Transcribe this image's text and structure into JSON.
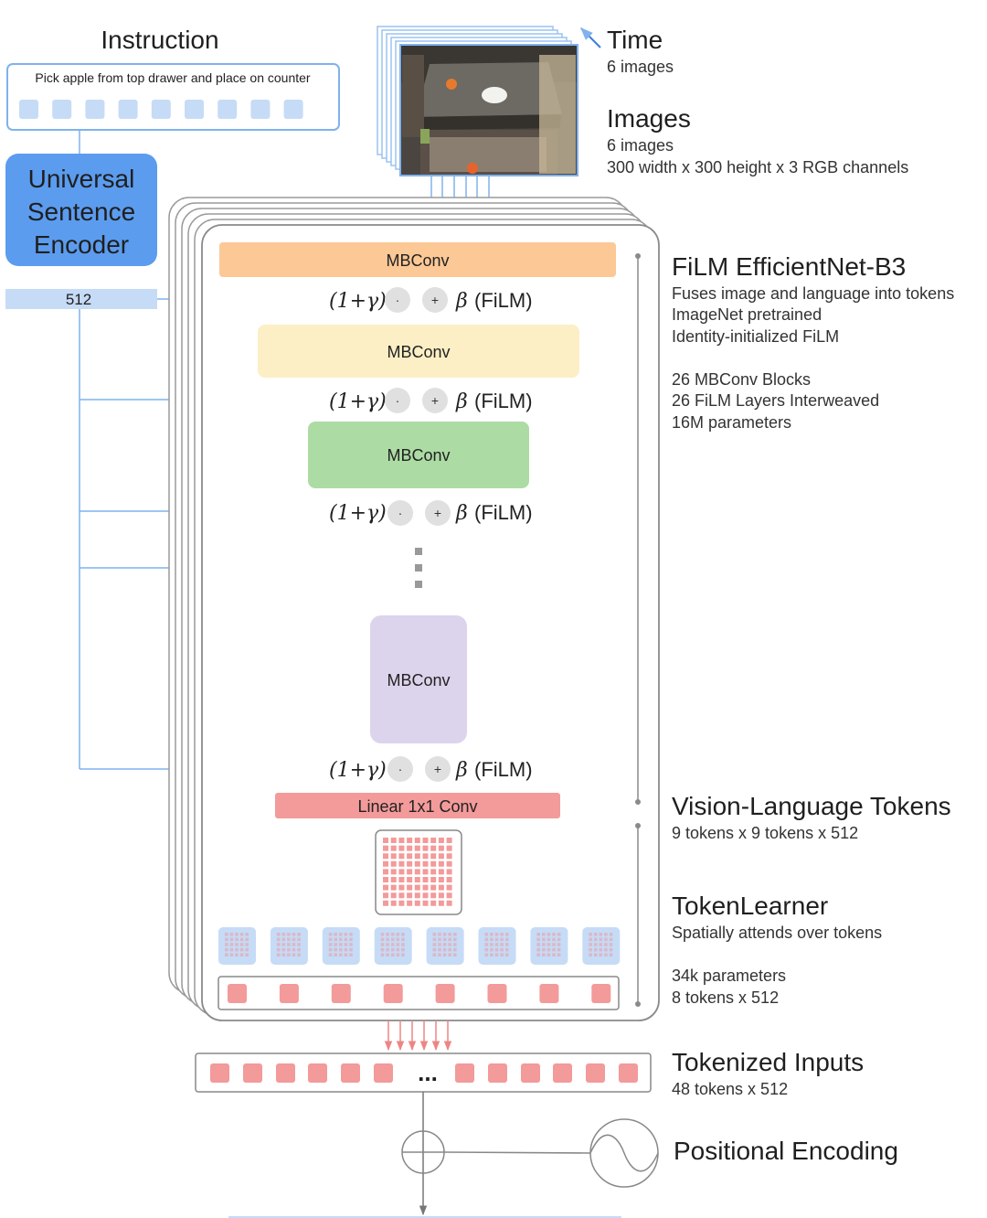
{
  "instruction": {
    "title": "Instruction",
    "text": "Pick apple from top drawer and place on counter"
  },
  "encoder": {
    "label_line1": "Universal",
    "label_line2": "Sentence",
    "label_line3": "Encoder",
    "embedding_label": "512"
  },
  "time": {
    "title": "Time",
    "sub": "6 images"
  },
  "images": {
    "title": "Images",
    "sub1": "6 images",
    "sub2": "300 width x 300 height x 3 RGB channels"
  },
  "blocks": {
    "mbconv": "MBConv",
    "linear": "Linear 1x1 Conv",
    "film_prefix": "(1+γ)",
    "film_dot": "·",
    "film_plus": "+",
    "film_beta": "β",
    "film_suffix": "(FiLM)"
  },
  "film_efficientnet": {
    "title": "FiLM EfficientNet-B3",
    "line1": "Fuses image and language into tokens",
    "line2": "ImageNet pretrained",
    "line3": "Identity-initialized FiLM",
    "line4": "26 MBConv Blocks",
    "line5": "26 FiLM Layers Interweaved",
    "line6": "16M parameters"
  },
  "vl_tokens": {
    "title": "Vision-Language Tokens",
    "sub": "9 tokens x 9 tokens x 512"
  },
  "tokenlearner": {
    "title": "TokenLearner",
    "sub1": "Spatially attends over tokens",
    "sub2": "34k parameters",
    "sub3": "8 tokens x 512"
  },
  "tokenized": {
    "title": "Tokenized Inputs",
    "sub": "48 tokens x 512",
    "ellipsis": "..."
  },
  "positional": {
    "title": "Positional Encoding"
  },
  "colors": {
    "line_blue": "#7fb2ee",
    "token_blue": "#c6dbf6",
    "encoder_blue": "#5b9cef",
    "mbconv_orange": "#fbc896",
    "mbconv_yellow": "#fcefc5",
    "mbconv_green": "#acdca4",
    "mbconv_purple": "#dcd4ec",
    "token_red": "#f39a9a",
    "film_circle": "#e0e0e0"
  }
}
